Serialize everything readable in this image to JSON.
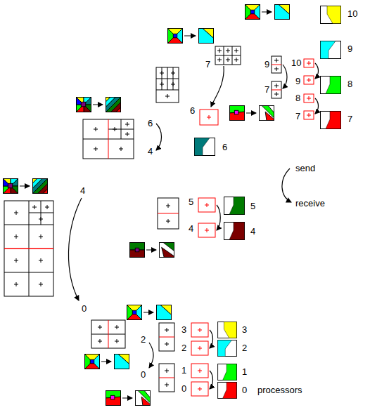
{
  "diagram": {
    "labels": [
      "10",
      "9",
      "8",
      "7",
      "10",
      "9",
      "8",
      "7",
      "9",
      "7",
      "7",
      "6",
      "6",
      "6",
      "4",
      "send",
      "receive",
      "5",
      "4",
      "5",
      "4",
      "4",
      "0",
      "3",
      "2",
      "2",
      "0",
      "1",
      "0",
      "3",
      "2",
      "1",
      "0",
      "processors"
    ]
  }
}
